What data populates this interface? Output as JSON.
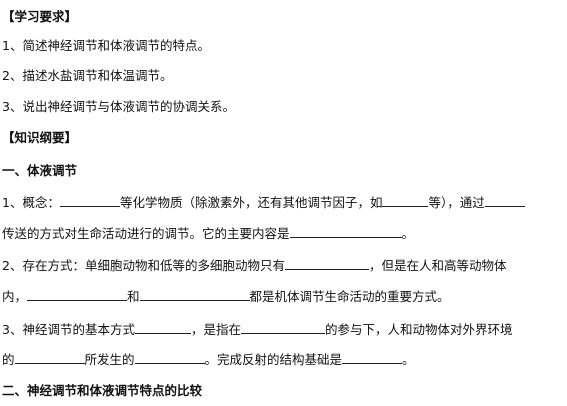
{
  "sections": {
    "study_requirements": {
      "title": "【学习要求】",
      "items": [
        "1、简述神经调节和体液调节的特点。",
        "2、描述水盐调节和体温调节。",
        "3、说出神经调节与体液调节的协调关系。"
      ]
    },
    "knowledge_outline": {
      "title": "【知识纲要】",
      "subtitle1": "一、体液调节",
      "p1": {
        "a": "1、概念：",
        "b": "等化学物质（除激素外，还有其他调节因子，如",
        "c": "等），通过"
      },
      "p1b": {
        "a": "传送的方式对生命活动进行的调节。它的主要内容是",
        "b": "。"
      },
      "p2": {
        "a": "2、存在方式：单细胞动物和低等的多细胞动物只有",
        "b": "，但是在人和高等动物体"
      },
      "p2b": {
        "a": "内，",
        "b": "和",
        "c": "都是机体调节生命活动的重要方式。"
      },
      "p3": {
        "a": "3、神经调节的基本方式",
        "b": "，是指在",
        "c": "的参与下，人和动物体对外界环境"
      },
      "p3b": {
        "a": "的",
        "b": "所发生的",
        "c": "。完成反射的结构基础是",
        "d": "。"
      },
      "subtitle2": "二、神经调节和体液调节特点的比较"
    }
  }
}
